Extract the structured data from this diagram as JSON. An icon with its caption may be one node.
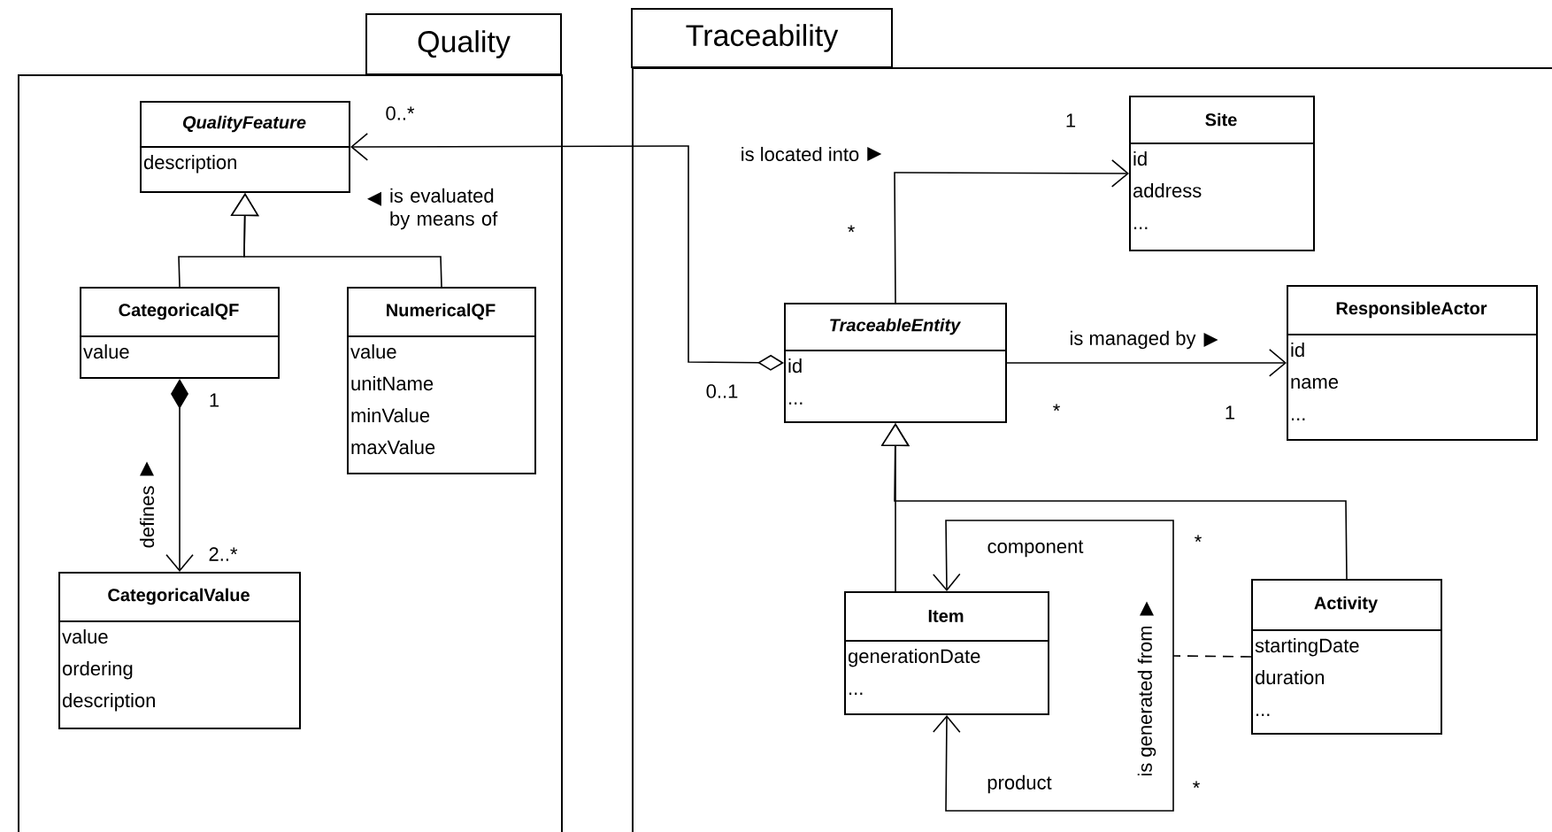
{
  "diagram": {
    "nodes": [
      {
        "text": [
          "Quality"
        ]
      },
      {
        "text": [
          "Traceability"
        ]
      },
      {
        "text": [
          "QualityFeature",
          "description"
        ],
        "in": 0
      },
      {
        "text": [
          "CategoricalQF",
          "value"
        ],
        "in": 0
      },
      {
        "text": [
          "NumericalQF",
          "value",
          "unitName",
          "minValue",
          "maxValue"
        ],
        "in": 0
      },
      {
        "text": [
          "CategoricalValue",
          "value",
          "ordering",
          "description"
        ],
        "in": 0
      },
      {
        "text": [
          "Site",
          "id",
          "address",
          "..."
        ],
        "in": 1
      },
      {
        "text": [
          "TraceableEntity",
          "id",
          "..."
        ],
        "in": 1
      },
      {
        "text": [
          "ResponsibleActor",
          "id",
          "name",
          "..."
        ],
        "in": 1
      },
      {
        "text": [
          "Item",
          "generationDate",
          "..."
        ],
        "in": 1
      },
      {
        "text": [
          "Activity",
          "startingDate",
          "duration",
          "..."
        ],
        "in": 1
      }
    ],
    "edges": [
      {
        "from": 7,
        "to": 2,
        "arrow": "to",
        "label": "is evaluated by means of"
      },
      {
        "from": 3,
        "to": 2,
        "arrow": "to"
      },
      {
        "from": 4,
        "to": 2,
        "arrow": "to"
      },
      {
        "from": 3,
        "to": 5,
        "arrow": "to",
        "label": "defines"
      },
      {
        "from": 7,
        "to": 6,
        "arrow": "to",
        "label": "is located into"
      },
      {
        "from": 7,
        "to": 8,
        "arrow": "to",
        "label": "is managed by"
      },
      {
        "from": 9,
        "to": 7,
        "arrow": "to"
      },
      {
        "from": 10,
        "to": 7,
        "arrow": "to"
      },
      {
        "from": 9,
        "to": 9,
        "arrow": "both",
        "label": "is generated from"
      },
      {
        "from": 10,
        "to": null,
        "arrow": "none",
        "style": "dashed"
      }
    ],
    "labels": [
      "0..*",
      "0..1",
      "1",
      "2..*",
      "1",
      "*",
      "*",
      "1",
      "component",
      "product",
      "*",
      "*"
    ]
  }
}
